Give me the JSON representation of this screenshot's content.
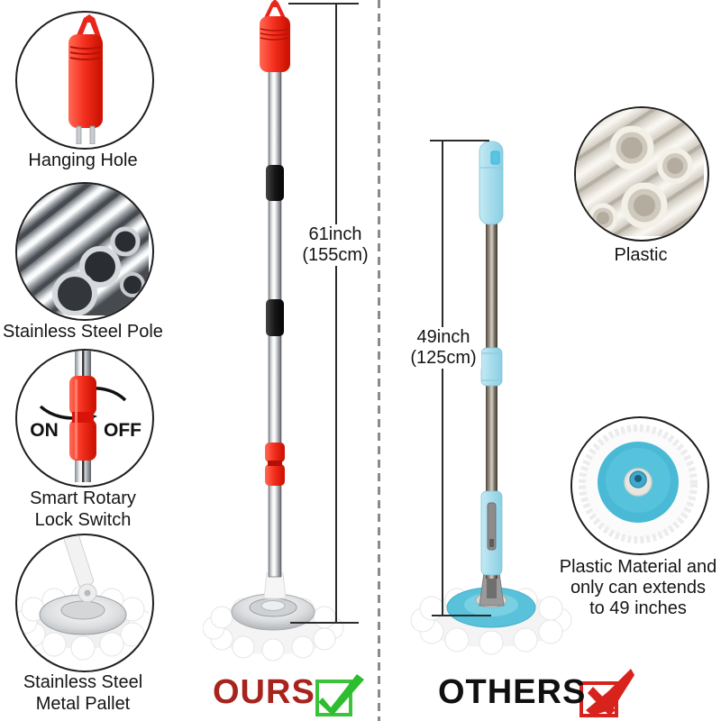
{
  "feature_callouts_left": [
    {
      "icon": "hanging-hole-handle-icon",
      "lines": [
        "Hanging Hole"
      ]
    },
    {
      "icon": "stainless-steel-tubes-icon",
      "lines": [
        "Stainless Steel Pole"
      ]
    },
    {
      "icon": "rotary-lock-icon",
      "lines": [
        "Smart Rotary",
        "Lock Switch"
      ],
      "switch_on": "ON",
      "switch_off": "OFF"
    },
    {
      "icon": "metal-pallet-icon",
      "lines": [
        "Stainless Steel",
        "Metal Pallet"
      ]
    }
  ],
  "feature_callouts_right": [
    {
      "icon": "plastic-tubes-icon",
      "lines": [
        "Plastic"
      ]
    },
    {
      "icon": "plastic-spin-plate-icon",
      "lines": [
        "Plastic Material and",
        "only can extends",
        "to 49 inches"
      ]
    }
  ],
  "ours_column": {
    "verdict_label": "OURS",
    "dimension_line1": "61inch",
    "dimension_line2": "(155cm)"
  },
  "others_column": {
    "verdict_label": "OTHERS",
    "dimension_line1": "49inch",
    "dimension_line2": "(125cm)"
  },
  "colors": {
    "ours_accent_red": "#e8261b",
    "others_accent_blue": "#a6dcec",
    "verdict_ours_red": "#a8231d",
    "check_green": "#2ebd2e",
    "cross_red": "#d8231c",
    "divider_gray": "#8a8a8a"
  }
}
